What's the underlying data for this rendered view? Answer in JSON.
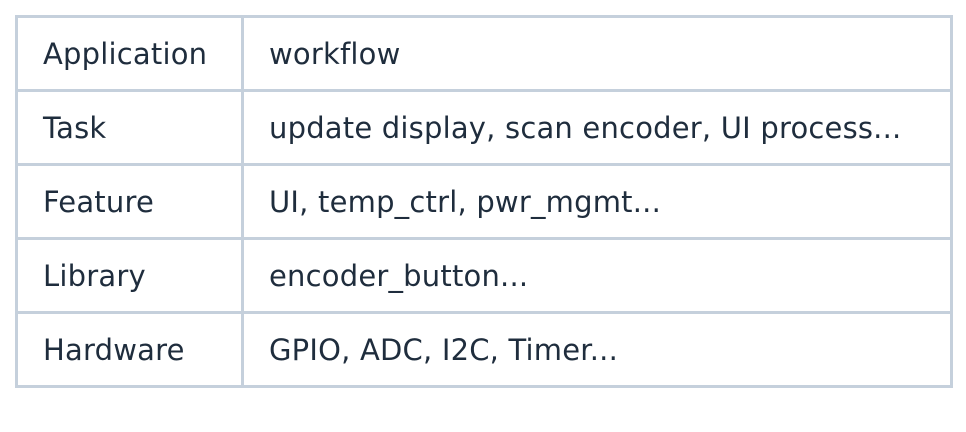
{
  "table": {
    "rows": [
      {
        "layer": "Application",
        "description": "workflow"
      },
      {
        "layer": "Task",
        "description": "update display, scan encoder, UI process..."
      },
      {
        "layer": "Feature",
        "description": "UI, temp_ctrl, pwr_mgmt..."
      },
      {
        "layer": "Library",
        "description": "encoder_button..."
      },
      {
        "layer": "Hardware",
        "description": "GPIO, ADC, I2C, Timer..."
      }
    ]
  },
  "colors": {
    "border": "#c5d0dc",
    "text": "#1f2d3d",
    "background": "#ffffff"
  }
}
